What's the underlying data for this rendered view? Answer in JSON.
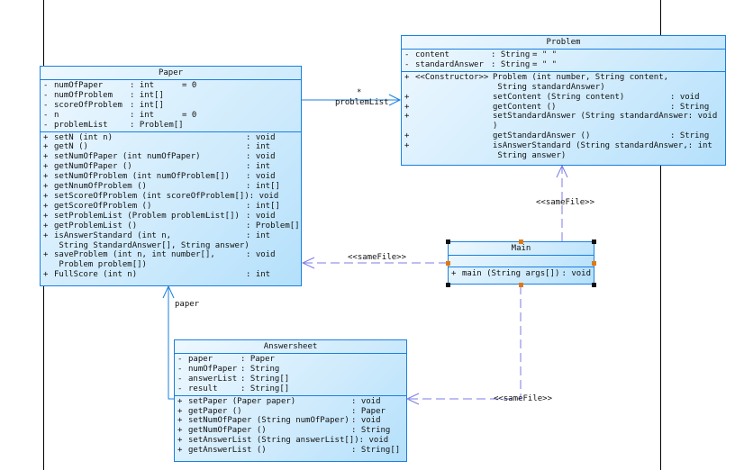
{
  "classes": {
    "paper": {
      "name": "Paper",
      "attributes": [
        {
          "vis": "-",
          "name": "numOfPaper",
          "type": ": int",
          "default": "= 0"
        },
        {
          "vis": "-",
          "name": "numOfProblem",
          "type": ": int[]",
          "default": ""
        },
        {
          "vis": "-",
          "name": "scoreOfProblem",
          "type": ": int[]",
          "default": ""
        },
        {
          "vis": "-",
          "name": "n",
          "type": ": int",
          "default": "= 0"
        },
        {
          "vis": "-",
          "name": "problemList",
          "type": ": Problem[]",
          "default": ""
        }
      ],
      "operations": [
        {
          "vis": "+",
          "sig": "setN (int n)",
          "ret": ": void"
        },
        {
          "vis": "+",
          "sig": "getN ()",
          "ret": ": int"
        },
        {
          "vis": "+",
          "sig": "setNumOfPaper (int numOfPaper)",
          "ret": ": void"
        },
        {
          "vis": "+",
          "sig": "getNumOfPaper ()",
          "ret": ": int"
        },
        {
          "vis": "+",
          "sig": "setNumOfProblem (int numOfProblem[])",
          "ret": ": void"
        },
        {
          "vis": "+",
          "sig": "getNnumOfProblem ()",
          "ret": ": int[]"
        },
        {
          "vis": "+",
          "sig": "setScoreOfProblem (int scoreOfProblem[])",
          "ret": ": void"
        },
        {
          "vis": "+",
          "sig": "getScoreOfProblem ()",
          "ret": ": int[]"
        },
        {
          "vis": "+",
          "sig": "setProblemList (Problem problemList[])",
          "ret": ": void"
        },
        {
          "vis": "+",
          "sig": "getProblemList ()",
          "ret": ": Problem[]"
        },
        {
          "vis": "+",
          "sig": "isAnswerStandard (int n,",
          "ret": ": int"
        },
        {
          "vis": "",
          "sig": " String StandardAnswer[], String answer)",
          "ret": ""
        },
        {
          "vis": "+",
          "sig": "saveProblem (int n, int number[],",
          "ret": ": void"
        },
        {
          "vis": "",
          "sig": " Problem problem[])",
          "ret": ""
        },
        {
          "vis": "+",
          "sig": "FullScore (int n)",
          "ret": ": int"
        }
      ]
    },
    "problem": {
      "name": "Problem",
      "attributes": [
        {
          "vis": "-",
          "name": "content",
          "type": ": String",
          "default": "= \" \""
        },
        {
          "vis": "-",
          "name": "standardAnswer",
          "type": ": String",
          "default": "= \" \""
        }
      ],
      "operations": [
        {
          "vis": "+",
          "stereo": "<<Constructor>>",
          "sig": "Problem (int number, String content,",
          "ret": ""
        },
        {
          "vis": "",
          "stereo": "",
          "sig": " String standardAnswer)",
          "ret": ""
        },
        {
          "vis": "+",
          "stereo": "",
          "sig": "setContent (String content)",
          "ret": ": void"
        },
        {
          "vis": "+",
          "stereo": "",
          "sig": "getContent ()",
          "ret": ": String"
        },
        {
          "vis": "+",
          "stereo": "",
          "sig": "setStandardAnswer (String standardAnswer",
          "ret": ": void"
        },
        {
          "vis": "",
          "stereo": "",
          "sig": ")",
          "ret": ""
        },
        {
          "vis": "+",
          "stereo": "",
          "sig": "getStandardAnswer ()",
          "ret": ": String"
        },
        {
          "vis": "+",
          "stereo": "",
          "sig": "isAnswerStandard (String standardAnswer,",
          "ret": ": int"
        },
        {
          "vis": "",
          "stereo": "",
          "sig": " String answer)",
          "ret": ""
        }
      ]
    },
    "main": {
      "name": "Main",
      "operations": [
        {
          "vis": "+",
          "sig": "main (String args[])",
          "ret": ": void"
        }
      ]
    },
    "answersheet": {
      "name": "Answersheet",
      "attributes": [
        {
          "vis": "-",
          "name": "paper",
          "type": ": Paper",
          "default": ""
        },
        {
          "vis": "-",
          "name": "numOfPaper",
          "type": ": String",
          "default": ""
        },
        {
          "vis": "-",
          "name": "answerList",
          "type": ": String[]",
          "default": ""
        },
        {
          "vis": "-",
          "name": "result",
          "type": ": String[]",
          "default": ""
        }
      ],
      "operations": [
        {
          "vis": "+",
          "sig": "setPaper (Paper paper)",
          "ret": ": void"
        },
        {
          "vis": "+",
          "sig": "getPaper ()",
          "ret": ": Paper"
        },
        {
          "vis": "+",
          "sig": "setNumOfPaper (String numOfPaper)",
          "ret": ": void"
        },
        {
          "vis": "+",
          "sig": "getNumOfPaper ()",
          "ret": ": String"
        },
        {
          "vis": "+",
          "sig": "setAnswerList (String answerList[])",
          "ret": ": void"
        },
        {
          "vis": "+",
          "sig": "getAnswerList ()",
          "ret": ": String[]"
        }
      ]
    }
  },
  "relations": {
    "paper_problem": {
      "multiplicity": "*",
      "role": "problemList"
    },
    "answersheet_paper": {
      "role": "paper"
    },
    "main_problem": {
      "stereotype": "<<sameFile>>"
    },
    "main_paper": {
      "stereotype": "<<sameFile>>"
    },
    "main_answersheet": {
      "stereotype": "<<sameFile>>"
    }
  },
  "colors": {
    "border": "#1a7fe0",
    "dependency": "#7b7bea",
    "fill": "#cdeafc"
  }
}
